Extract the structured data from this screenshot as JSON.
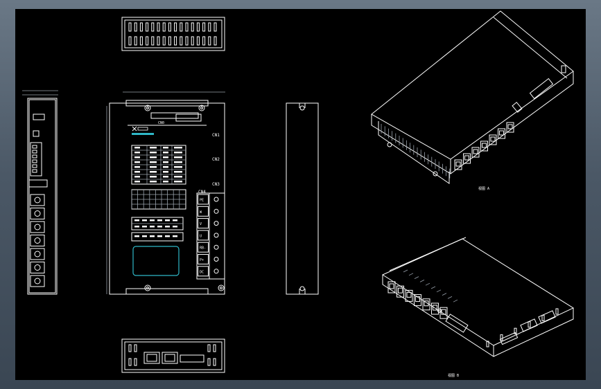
{
  "drawing": {
    "front_labels": {
      "cn0": "CN0",
      "cn1": "CN1",
      "cn2": "CN2",
      "cn3": "CN3",
      "cn4": "CN4"
    },
    "power_terminals": [
      "PE",
      "W",
      "V",
      "U",
      "RB-",
      "P+",
      "DC"
    ],
    "views": {
      "iso_upper_caption": "视图 A",
      "iso_lower_caption": "视图 B"
    }
  },
  "colors": {
    "frame_top": "#6a7886",
    "frame_bottom": "#3a4653",
    "viewport_bg": "#000000",
    "line": "#ffffff",
    "accent": "#2fb8c8"
  }
}
